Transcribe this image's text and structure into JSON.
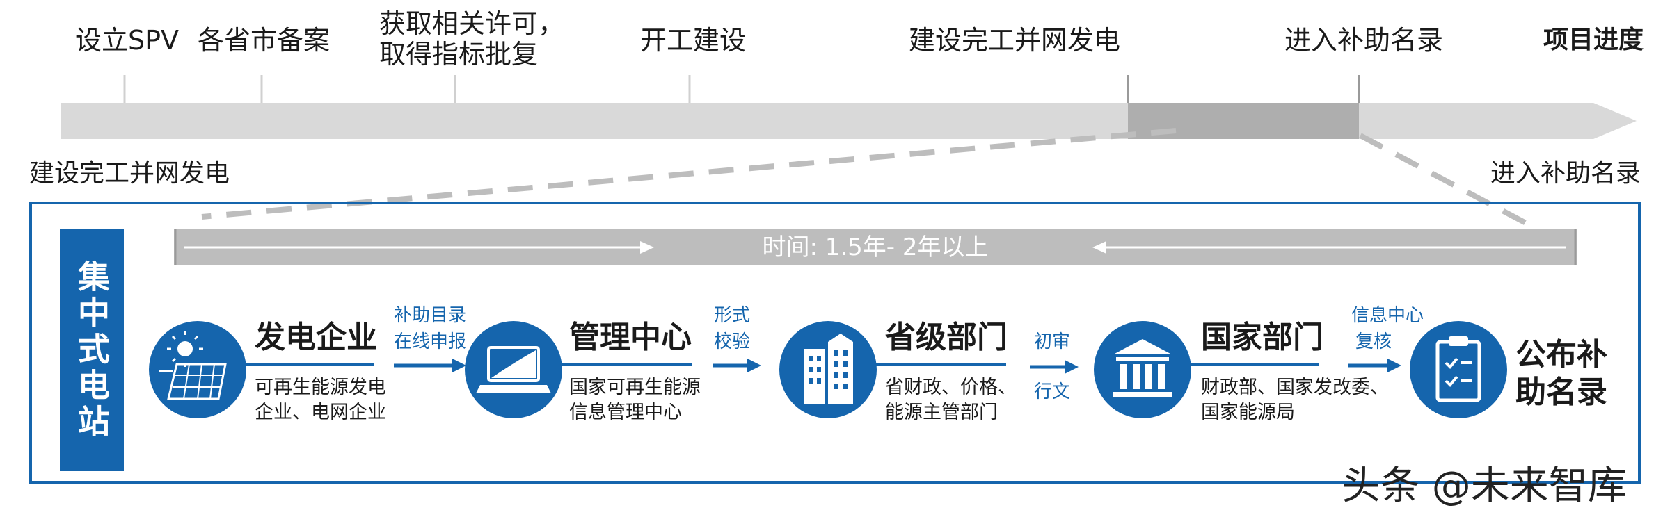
{
  "timeline": {
    "stages": [
      {
        "lines": [
          "设立SPV"
        ]
      },
      {
        "lines": [
          "各省市备案"
        ]
      },
      {
        "lines": [
          "获取相关许可，",
          "取得指标批复"
        ]
      },
      {
        "lines": [
          "开工建设"
        ]
      },
      {
        "lines": [
          "建设完工并网发电"
        ]
      },
      {
        "lines": [
          "进入补助名录"
        ]
      }
    ],
    "progress_title": "项目进度"
  },
  "zoom": {
    "left_label": "建设完工并网发电",
    "right_label": "进入补助名录"
  },
  "panel": {
    "side_label": "集中式电站",
    "time_text": "时间: 1.5年- 2年以上",
    "nodes": [
      {
        "title": "发电企业",
        "desc": [
          "可再生能源发电",
          "企业、电网企业"
        ],
        "icon": "solar-panel-icon"
      },
      {
        "title": "管理中心",
        "desc": [
          "国家可再生能源",
          "信息管理中心"
        ],
        "icon": "laptop-icon"
      },
      {
        "title": "省级部门",
        "desc": [
          "省财政、价格、",
          "能源主管部门"
        ],
        "icon": "buildings-icon"
      },
      {
        "title": "国家部门",
        "desc": [
          "财政部、国家发改委、",
          "国家能源局"
        ],
        "icon": "government-building-icon"
      }
    ],
    "arrows": [
      {
        "top": "补助目录",
        "bottom": "在线申报"
      },
      {
        "top": "形式",
        "bottom": "校验"
      },
      {
        "top": "初审",
        "bottom": "行文"
      },
      {
        "top": "信息中心",
        "bottom": "复核"
      }
    ],
    "final": {
      "line1": "公布补",
      "line2": "助名录",
      "icon": "clipboard-check-icon"
    }
  },
  "watermark": "头条 @未来智库",
  "colors": {
    "accent": "#1565ad",
    "bar": "#d9d9d9",
    "bar_dark": "#aeaeae",
    "time_bar": "#bdbdbd"
  }
}
